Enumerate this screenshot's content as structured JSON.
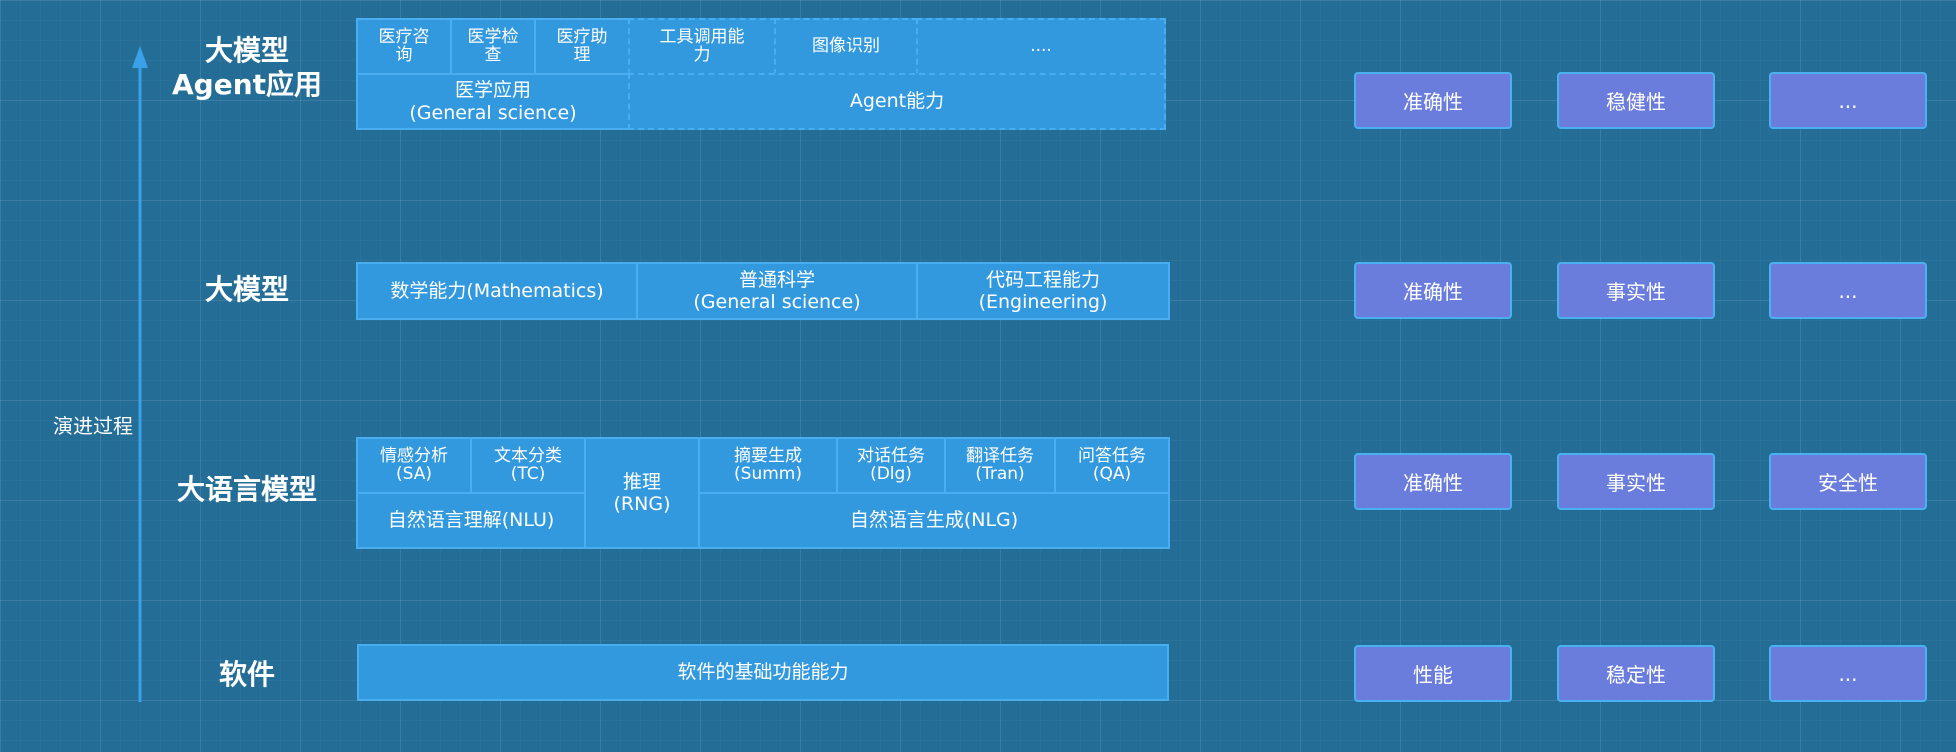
{
  "evolution_label": "演进过程",
  "levels": {
    "agent": "大模型\nAgent应用",
    "llm": "大模型",
    "nlp": "大语言模型",
    "software": "软件"
  },
  "agent_row": {
    "top_cells": [
      "医疗咨\n询",
      "医学检\n查",
      "医疗助\n理",
      "工具调用能\n力",
      "图像识别",
      "...."
    ],
    "medical_group": "医学应用\n(General science)",
    "agent_group": "Agent能力"
  },
  "llm_row": {
    "cells": [
      "数学能力(Mathematics)",
      "普通科学\n(General science)",
      "代码工程能力\n(Engineering)"
    ]
  },
  "nlp_row": {
    "nlu_tasks": [
      "情感分析\n(SA)",
      "文本分类\n(TC)"
    ],
    "reasoning": "推理\n(RNG)",
    "nlg_tasks": [
      "摘要生成\n(Summ)",
      "对话任务\n(Dlg)",
      "翻译任务\n(Tran)",
      "问答任务\n(QA)"
    ],
    "nlu_group": "自然语言理解(NLU)",
    "nlg_group": "自然语言生成(NLG)"
  },
  "software_row": {
    "cell": "软件的基础功能能力"
  },
  "metrics": {
    "agent": [
      "准确性",
      "稳健性",
      "..."
    ],
    "llm": [
      "准确性",
      "事实性",
      "..."
    ],
    "nlp": [
      "准确性",
      "事实性",
      "安全性"
    ],
    "software": [
      "性能",
      "稳定性",
      "..."
    ]
  },
  "colors": {
    "background": "#236d97",
    "cell_fill": "#3399df",
    "cell_border": "#49adf0",
    "metric_fill": "#6b7ddc",
    "arrow": "#3aa0e8"
  }
}
